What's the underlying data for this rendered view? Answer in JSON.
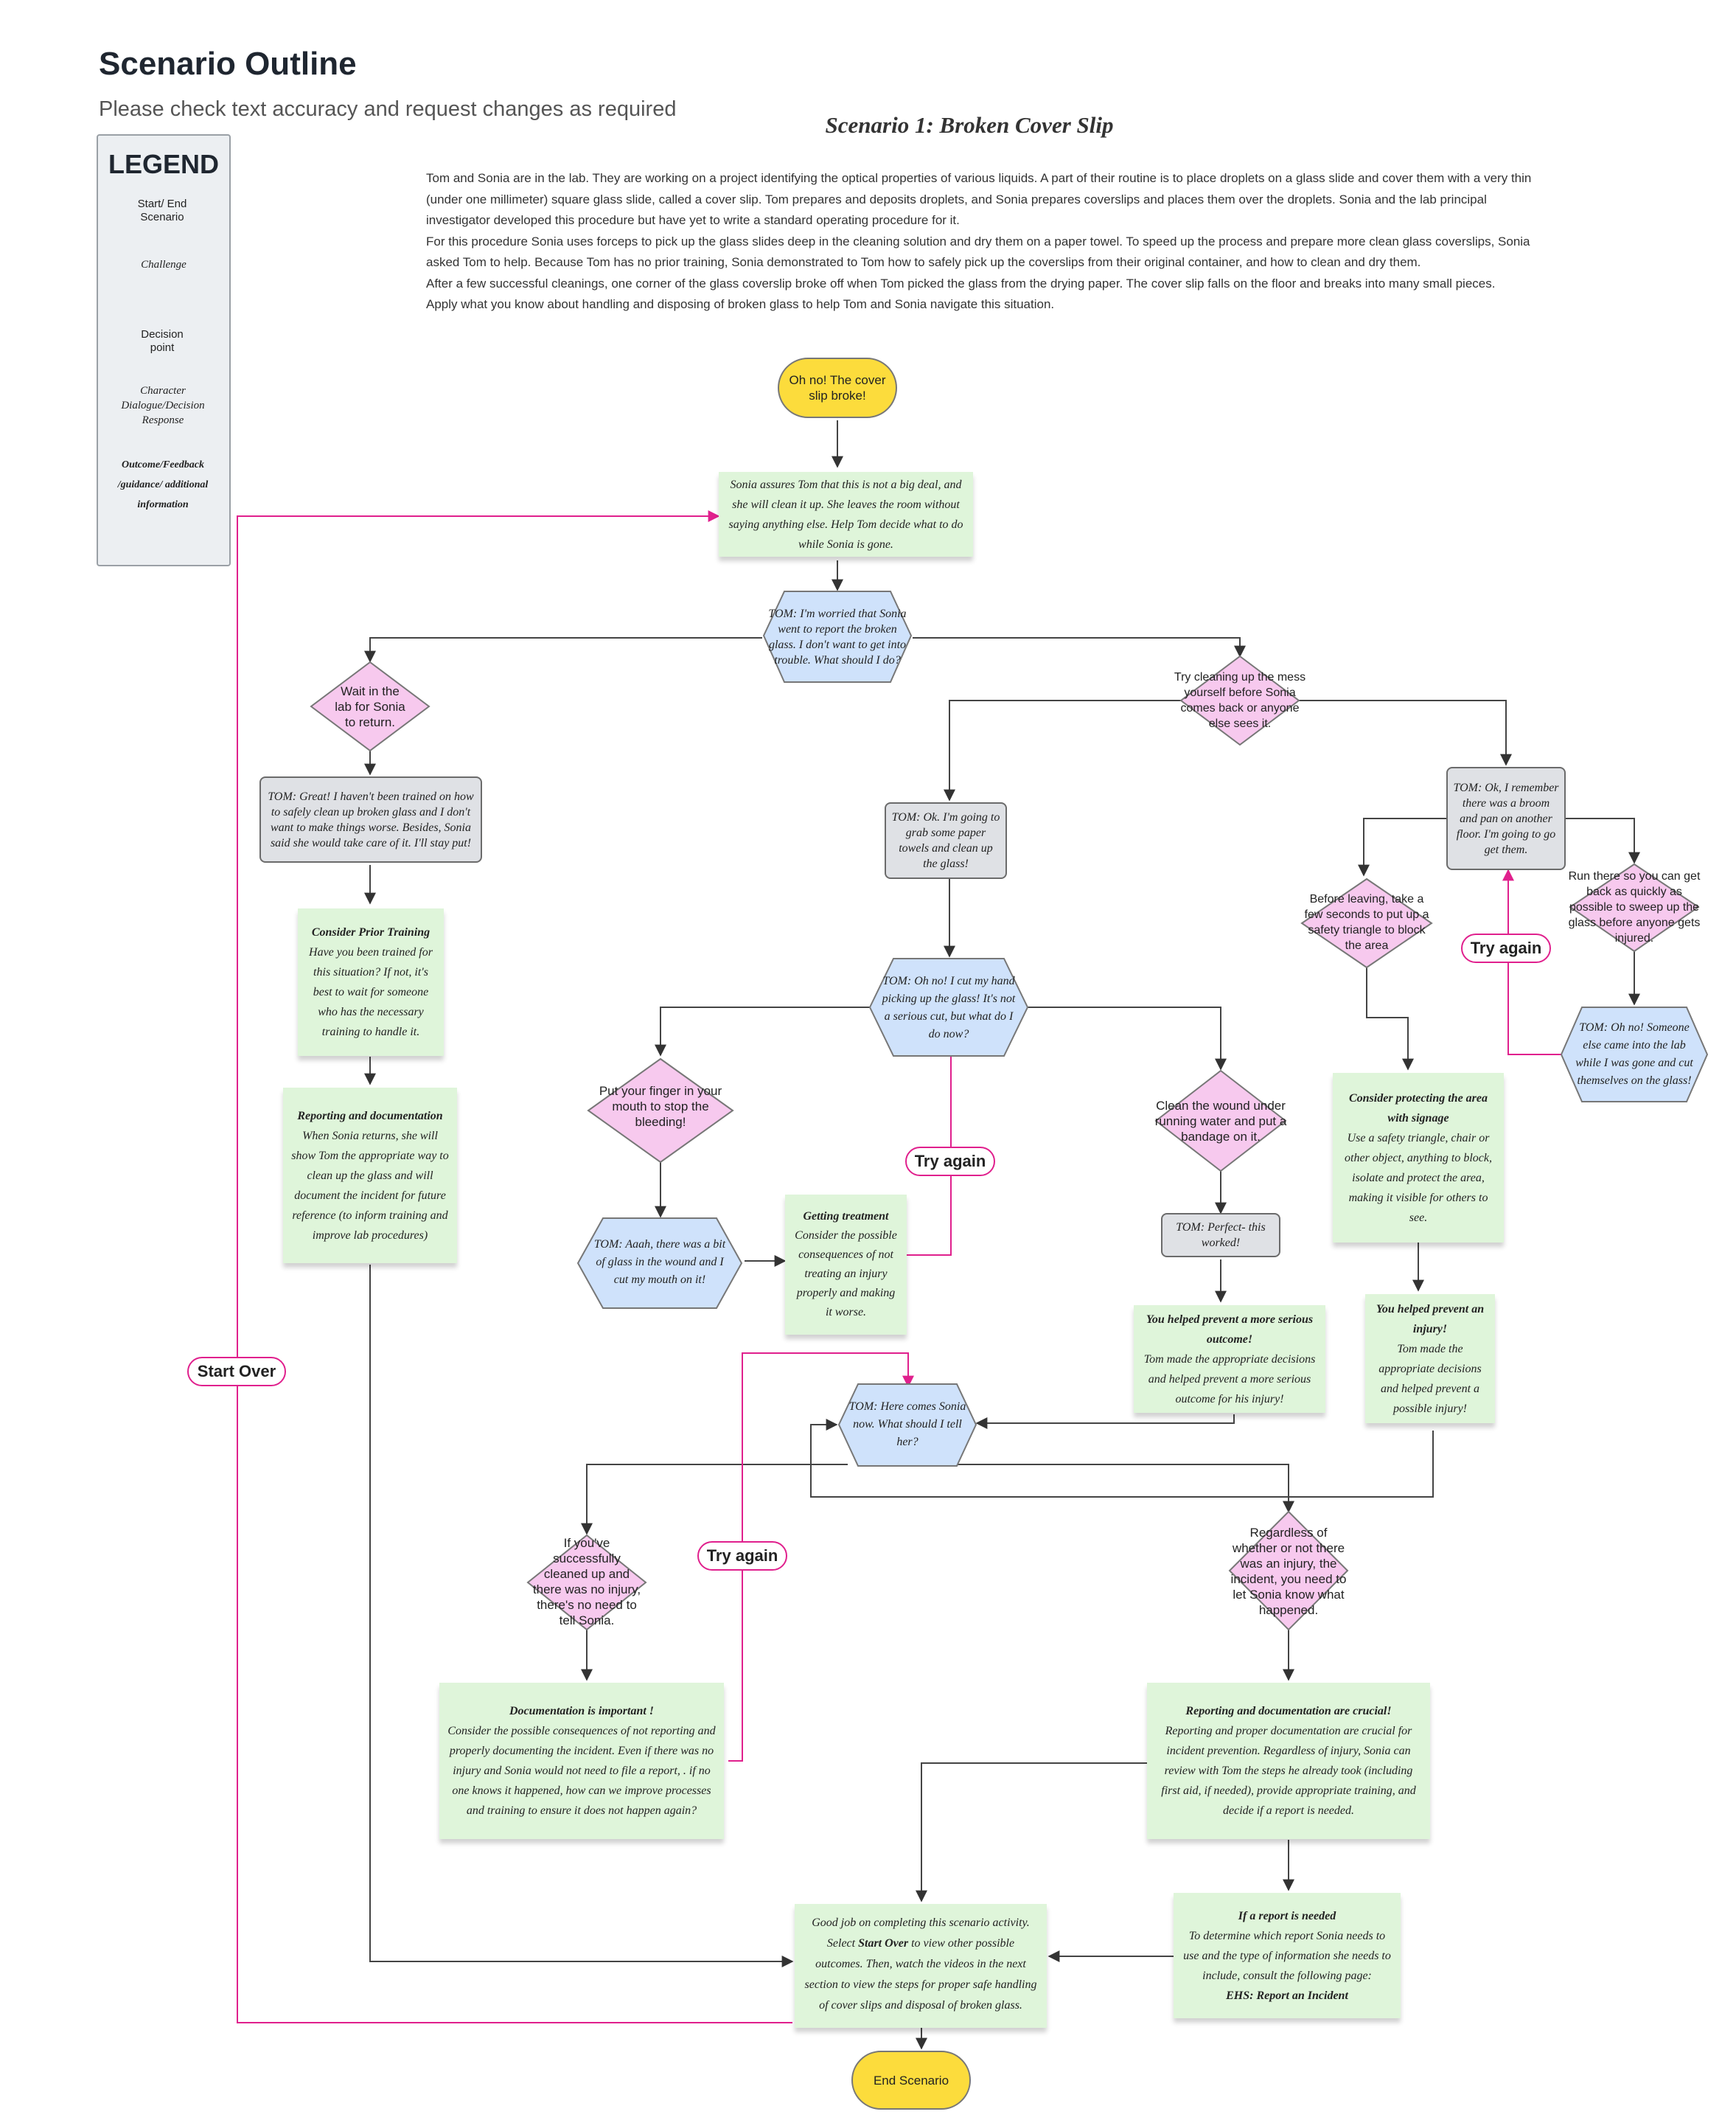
{
  "header": {
    "title": "Scenario Outline",
    "subtitle": "Please check text accuracy and request changes as required",
    "scenario_title": "Scenario 1: Broken Cover Slip"
  },
  "intro": [
    "Tom and Sonia are in the lab.  They are working on a project identifying the optical properties of various liquids. A part of their routine is to place droplets on a glass slide and cover them with a very thin (under one millimeter) square glass slide, called a cover slip. Tom prepares and deposits droplets, and Sonia prepares coverslips and places them over the droplets. Sonia and the lab principal investigator developed this procedure but have yet to write a standard operating procedure for it.",
    "For this procedure Sonia uses forceps to pick up the glass slides deep in the cleaning solution and dry them on a paper towel. To speed up the process and prepare more clean glass coverslips, Sonia asked Tom to help. Because Tom has no prior training, Sonia demonstrated to Tom how to safely pick up the coverslips from their original container, and how to clean and dry them.",
    "After a few successful cleanings, one corner of the glass coverslip broke off when Tom picked the glass from the drying paper. The cover slip falls on the floor and breaks into many small pieces.",
    "Apply what you know about handling and disposing of broken glass to help Tom and Sonia navigate this situation."
  ],
  "legend": {
    "title": "LEGEND",
    "start_end": "Start/ End Scenario",
    "challenge": "Challenge",
    "decision": "Decision point",
    "character": "Character Dialogue/Decision Response",
    "outcome": "Outcome/Feedback /guidance/ additional information"
  },
  "nodes": {
    "start": "Oh no! The cover slip broke!",
    "sonia_assures": "Sonia assures Tom that this is not a big deal, and she will clean it up. She leaves the room without saying anything else. Help Tom decide what to do while Sonia is gone.",
    "tom_worried": "TOM: I'm worried that Sonia went to report the broken glass. I  don't want to get into trouble. What should I do?",
    "wait_decision": "Wait in the lab for Sonia to return.",
    "clean_decision": "Try cleaning up the mess yourself before Sonia comes back or anyone else sees it.",
    "tom_great": "TOM:  Great! I haven't been trained on how to safely clean up broken glass and I don't want to make things worse. Besides, Sonia said she would take care of it. I'll stay put!",
    "prior_training_title": "Consider Prior Training",
    "prior_training_body": "Have you been trained for this situation? If not, it's best to wait for someone who has the necessary training to handle it.",
    "reporting_title": "Reporting and documentation",
    "reporting_body": "When Sonia returns, she will show Tom the appropriate way to clean up the glass and will document the incident for future reference (to inform training and improve lab procedures)",
    "tom_paper_towels": "TOM: Ok. I'm going to grab some paper towels and clean up the glass!",
    "tom_broom": "TOM: Ok, I remember there was a broom and pan on another floor. I'm going to  go get them.",
    "triangle_decision": "Before leaving, take a few seconds to put up a safety triangle to block the area",
    "run_decision": "Run there so you can get back as quickly as possible to sweep up the glass before anyone gets injured.",
    "tom_cut": "TOM: Oh no! I cut my hand picking up the glass! It's not a serious cut, but what do I do now?",
    "tom_someone": "TOM: Oh no! Someone else came into the lab while I was gone and cut themselves on the glass!",
    "finger_decision": "Put your finger in your mouth to stop the bleeding!",
    "wound_decision": "Clean the wound under running water and put a bandage on it.",
    "protect_title": "Consider protecting the area with signage",
    "protect_body": "Use a safety triangle, chair or other object, anything to block, isolate and protect the area, making it visible for others to see.",
    "tom_aaah": "TOM: Aaah, there was a bit of glass in the wound and I cut my mouth on it!",
    "treatment_title": "Getting treatment",
    "treatment_body": "Consider the possible consequences of not treating an injury properly and making it worse.",
    "tom_perfect": "TOM:  Perfect- this worked!",
    "helped_serious_title": "You helped prevent a more serious outcome!",
    "helped_serious_body": "Tom made the appropriate decisions and helped prevent a more serious outcome for his injury!",
    "helped_injury_title": "You helped prevent an injury!",
    "helped_injury_body": "Tom made the appropriate decisions and helped prevent a possible injury!",
    "tom_here_comes": "TOM: Here comes Sonia now. What should I tell her?",
    "no_tell_decision": "If you've successfully cleaned up and there was no injury, there's no need to tell  Sonia.",
    "regardless_decision": "Regardless of whether or not there was an injury, the incident, you need to let Sonia know what happened.",
    "doc_important_title": "Documentation is important !",
    "doc_important_body": "Consider the possible consequences of not reporting and properly documenting the incident. Even if there was no injury and Sonia would not need to file a report, . if no one knows it happened, how can we improve processes and training to ensure it does not happen again?",
    "doc_crucial_title": "Reporting and documentation  are crucial!",
    "doc_crucial_body": "Reporting and proper documentation are crucial for incident prevention. Regardless of injury, Sonia can review with Tom the steps he already took (including first aid, if needed), provide appropriate training, and decide  if a report is needed.",
    "report_needed_title": "If a report is needed",
    "report_needed_body": "To determine which report Sonia needs to use and the type of information she needs to include,  consult the following page:",
    "report_needed_link": "EHS: Report an Incident",
    "good_job_a": "Good job on completing this scenario activity. Select",
    "good_job_b": "Start Over",
    "good_job_c": "to view other possible outcomes. Then, watch the videos in the next section to view the steps  for proper safe handling of cover slips and disposal of broken glass.",
    "end": "End Scenario"
  },
  "links": {
    "start_over": "Start Over",
    "try_again_1": "Try again",
    "try_again_2": "Try again",
    "try_again_3": "Try again"
  },
  "colors": {
    "terminal": "#fcdc3c",
    "challenge": "#cfe2fb",
    "decision": "#f7c9ee",
    "character": "#dfe1e5",
    "outcome": "#dff5da",
    "loop_link": "#e0208d"
  }
}
